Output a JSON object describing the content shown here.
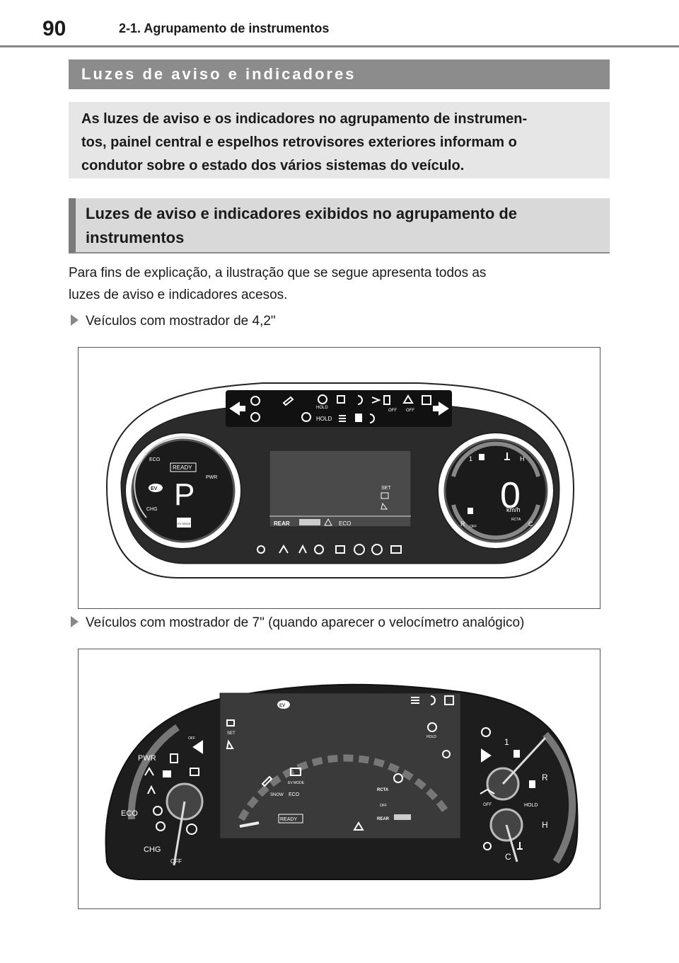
{
  "header": {
    "page_number": "90",
    "chapter": "2-1. Agrupamento de instrumentos"
  },
  "section_title": "Luzes de aviso e indicadores",
  "intro_lines": [
    "As luzes de aviso e os indicadores no agrupamento de instrumen-",
    "tos, painel central e espelhos retrovisores exteriores informam o",
    "condutor sobre o estado dos vários sistemas do veículo."
  ],
  "subsection_lines": [
    "Luzes de aviso e indicadores exibidos no agrupamento de",
    "instrumentos"
  ],
  "paragraph_lines": [
    "Para fins de explicação, a ilustração que se segue apresenta todos as",
    "luzes de aviso e indicadores acesos."
  ],
  "figure1": {
    "caption": "Veículos com mostrador de 4,2\"",
    "left_gauge": {
      "eco": "ECO",
      "ready": "READY",
      "pwr": "PWR",
      "chg": "CHG",
      "gear": "P",
      "ev": "EV",
      "ev_mode": "EV MODE"
    },
    "top_strip": {
      "hold1": "HOLD",
      "hold2": "HOLD",
      "off1": "OFF",
      "off2": "OFF"
    },
    "screen": {
      "set": "SET",
      "rear": "REAR",
      "eco": "ECO"
    },
    "right_gauge": {
      "one": "1",
      "h": "H",
      "r": "R",
      "c": "C",
      "speed": "0",
      "unit": "km/h",
      "rcta": "RCTA",
      "off": "OFF"
    }
  },
  "figure2": {
    "caption": "Veículos com mostrador de 7\" (quando aparecer o velocímetro analógico)",
    "left": {
      "pwr": "PWR",
      "eco": "ECO",
      "chg": "CHG",
      "off_top": "OFF",
      "off_bottom": "OFF"
    },
    "center": {
      "set": "SET",
      "snow": "SNOW",
      "eco": "ECO",
      "ev_mode": "EV MODE",
      "ready": "READY",
      "rcta": "RCTA",
      "off": "OFF",
      "rear": "REAR",
      "hold": "HOLD",
      "ev": "EV"
    },
    "right": {
      "one": "1",
      "r": "R",
      "hold": "HOLD",
      "h": "H",
      "c": "C",
      "off": "OFF"
    }
  }
}
